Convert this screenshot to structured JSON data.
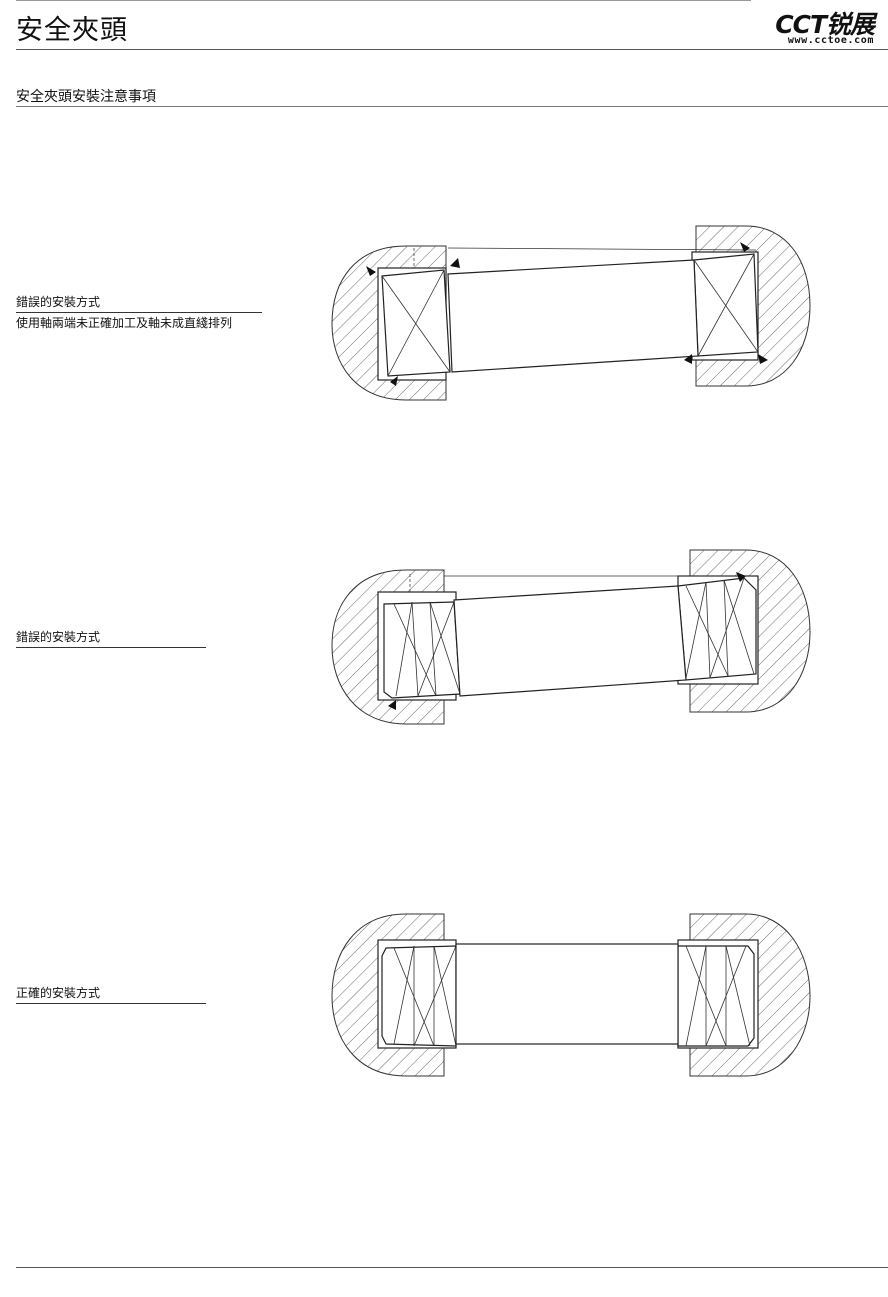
{
  "header": {
    "title": "安全夾頭",
    "logo_main": "CCT锐展",
    "logo_sub": "www.cctoe.com"
  },
  "section": {
    "title": "安全夾頭安裝注意事項"
  },
  "figures": [
    {
      "label": "錯誤的安裝方式",
      "sublabel": "使用軸兩端未正確加工及軸未成直綫排列"
    },
    {
      "label": "錯誤的安裝方式"
    },
    {
      "label": "正確的安裝方式"
    }
  ]
}
